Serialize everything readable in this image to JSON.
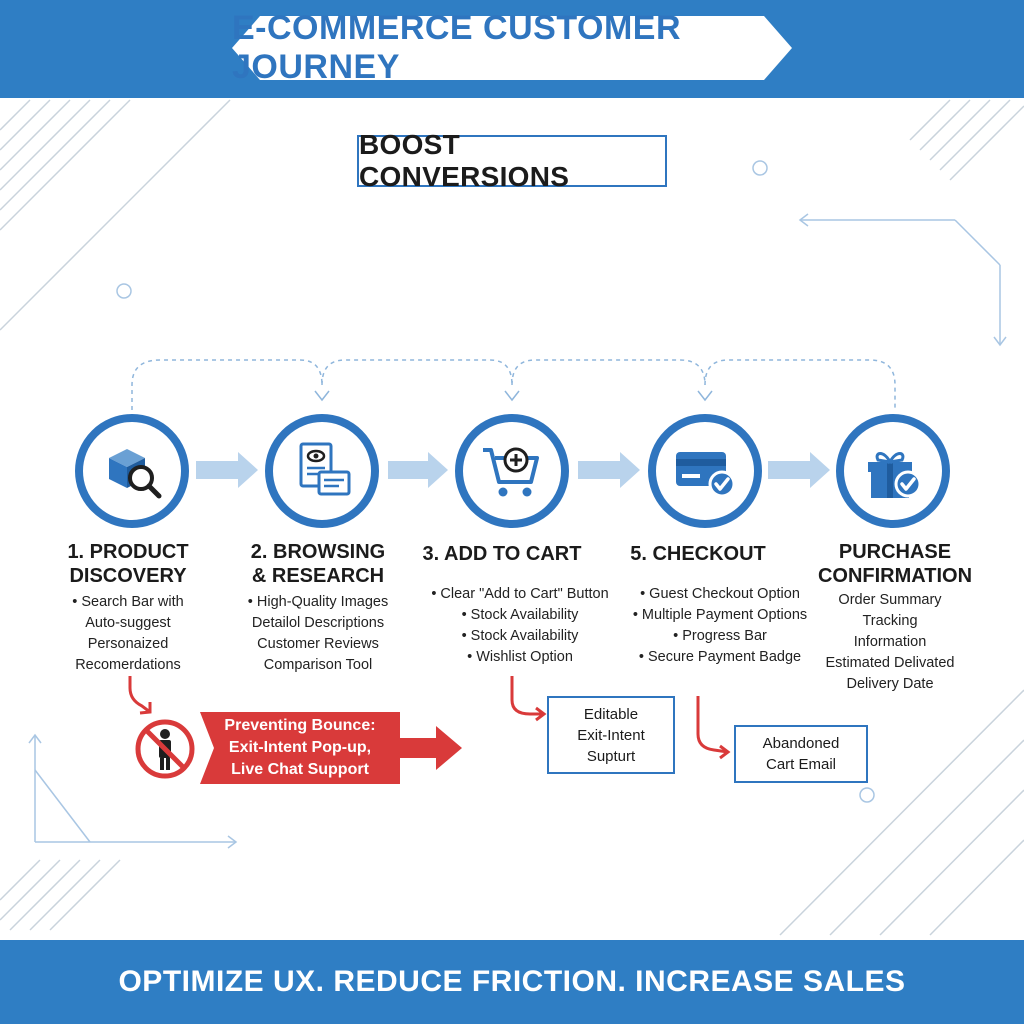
{
  "header": {
    "title": "E-COMMERCE CUSTOMER JOURNEY"
  },
  "subtitle": "BOOST CONVERSIONS",
  "stages": [
    {
      "icon": "box-search-icon",
      "title_lines": [
        "1. PRODUCT",
        "DISCOVERY"
      ],
      "bullets": [
        "• Search Bar with",
        "Auto-suggest",
        "Personaized",
        "Recomerdations"
      ]
    },
    {
      "icon": "document-review-icon",
      "title_lines": [
        "2. BROWSING",
        "& RESEARCH"
      ],
      "bullets": [
        "• High-Quality Images",
        "Detailol Descriptions",
        "Customer Reviews",
        "Comparison Tool"
      ]
    },
    {
      "icon": "cart-add-icon",
      "title_lines": [
        "3. ADD TO CART"
      ],
      "bullets": [
        "• Clear \"Add to Cart\" Button",
        "• Stock Availability",
        "• Stock Availability",
        "• Wishlist Option"
      ]
    },
    {
      "icon": "credit-card-check-icon",
      "title_lines": [
        "5. CHECKOUT"
      ],
      "bullets": [
        "• Guest Checkout Option",
        "• Multiple Payment Options",
        "• Progress Bar",
        "• Secure Payment Badge"
      ]
    },
    {
      "icon": "gift-check-icon",
      "title_lines": [
        "PURCHASE",
        "CONFIRMATION"
      ],
      "bullets": [
        "Order Summary",
        "Tracking",
        "Information",
        "Estimated Delivated",
        "Delivery Date"
      ]
    }
  ],
  "bounce": {
    "icon": "no-person-icon",
    "lines": [
      "Preventing Bounce:",
      "Exit-Intent Pop-up,",
      "Live Chat Support"
    ]
  },
  "callouts": {
    "cart": [
      "Editable",
      "Exit-Intent",
      "Supturt"
    ],
    "checkout": [
      "Abandoned",
      "Cart Email"
    ]
  },
  "footer": {
    "tagline": "OPTIMIZE UX. REDUCE FRICTION. INCREASE SALES"
  },
  "colors": {
    "brand_blue": "#2f75bf",
    "band_blue": "#2f7ec4",
    "alert_red": "#d93a3a",
    "light_blue": "#b9d3ec"
  }
}
